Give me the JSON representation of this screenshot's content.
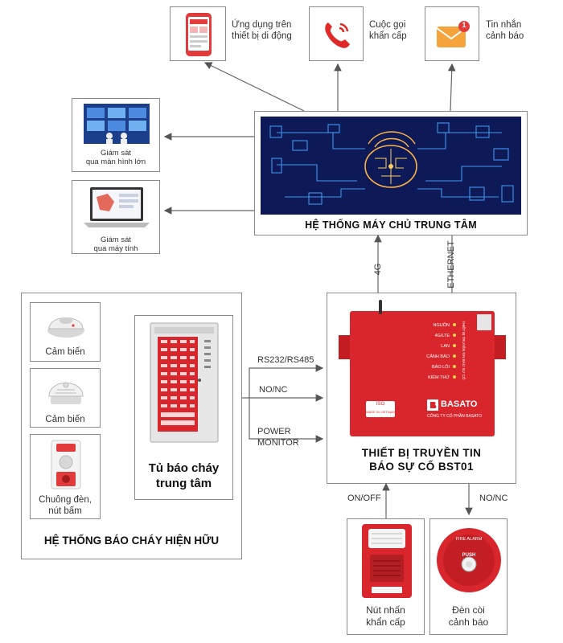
{
  "top_channels": [
    {
      "label_l1": "Ứng dụng trên",
      "label_l2": "thiết bị di động",
      "icon": "smartphone-app-icon"
    },
    {
      "label_l1": "Cuộc gọi",
      "label_l2": "khẩn cấp",
      "icon": "phone-call-icon"
    },
    {
      "label_l1": "Tin nhắn",
      "label_l2": "cảnh báo",
      "icon": "message-alert-icon",
      "badge": "1"
    }
  ],
  "monitors": [
    {
      "label_l1": "Giám sát",
      "label_l2": "qua màn hình lớn",
      "icon": "big-screen-monitoring-icon"
    },
    {
      "label_l1": "Giám sát",
      "label_l2": "qua máy tính",
      "icon": "laptop-monitoring-icon"
    }
  ],
  "server": {
    "title": "HỆ THỐNG MÁY CHỦ TRUNG TÂM",
    "icon": "smart-network-illustration"
  },
  "uplinks": {
    "left": "4G",
    "right": "ETHERNET"
  },
  "existing_system": {
    "title": "HỆ THỐNG BÁO CHÁY HIỆN HỮU",
    "sensors": [
      {
        "label_l1": "Cảm biến",
        "icon": "heat-sensor-icon"
      },
      {
        "label_l1": "Cảm biến",
        "icon": "smoke-sensor-icon"
      },
      {
        "label_l1": "Chuông đèn,",
        "label_l2": "nút bấm",
        "icon": "bell-button-icon"
      }
    ],
    "panel": {
      "label_l1": "Tủ báo cháy",
      "label_l2": "trung tâm",
      "icon": "fire-alarm-panel-icon"
    }
  },
  "links": {
    "rs": "RS232/RS485",
    "nonc": "NO/NC",
    "power_l1": "POWER",
    "power_l2": "MONITOR"
  },
  "transmitter": {
    "title_l1": "THIẾT BỊ TRUYỀN TIN",
    "title_l2": "BÁO SỰ CỐ BST01",
    "leds": [
      "NGUỒN",
      "4G/LTE",
      "LAN",
      "CẢNH BÁO",
      "BÁO LỖI",
      "KIỂM THỬ"
    ],
    "brand": "BASATO",
    "company": "CÔNG TY CỔ PHẦN BASATO",
    "side_text": "THIẾT BỊ TRUYỀN TIN BÁO SỰ CỐ",
    "made_in": "MADE IN VIETNAM",
    "iso": "ISO"
  },
  "bottom_links": {
    "left": "ON/OFF",
    "right": "NO/NC"
  },
  "bottom_devices": [
    {
      "label_l1": "Nút nhấn",
      "label_l2": "khẩn cấp",
      "icon": "emergency-push-button-icon"
    },
    {
      "label_l1": "Đèn còi",
      "label_l2": "cảnh báo",
      "icon": "siren-bell-icon",
      "bell_top": "FIRE ALARM",
      "bell_push": "PUSH"
    }
  ]
}
